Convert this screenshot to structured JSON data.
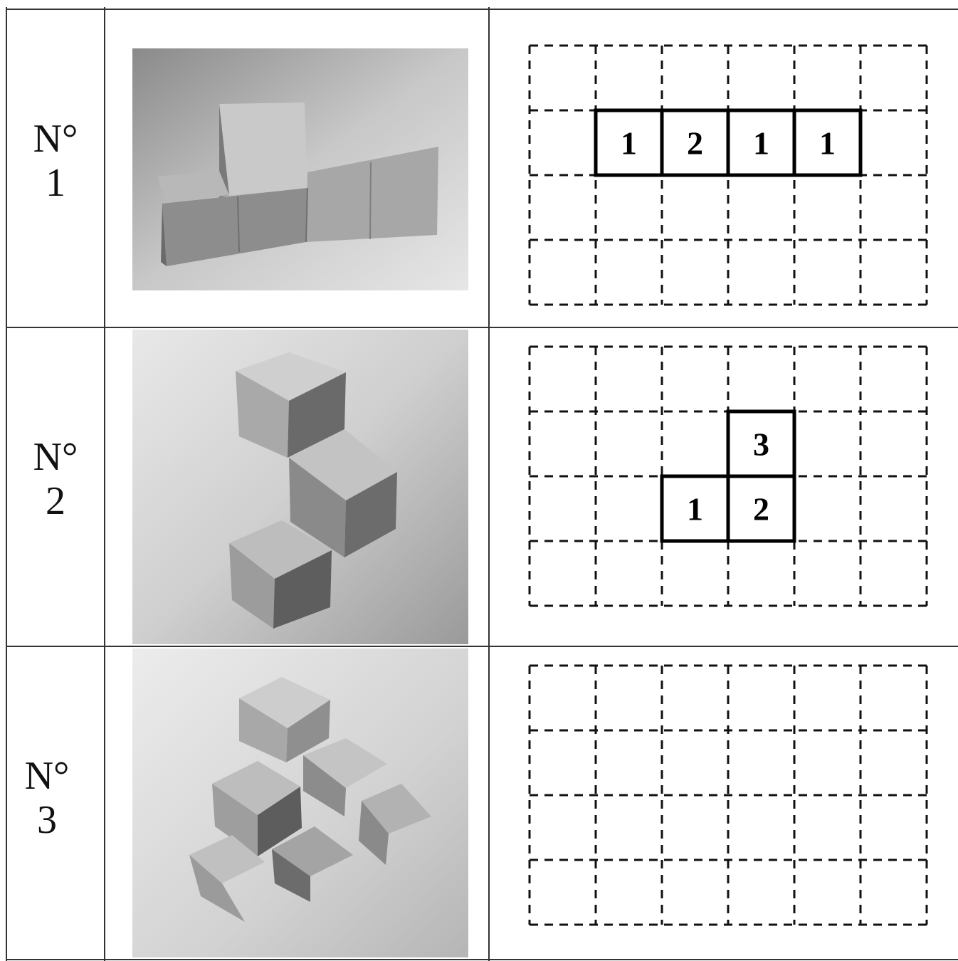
{
  "rows": [
    {
      "label_prefix": "N°",
      "label_number": "1",
      "photo_icon": "wooden-cube-construction-image",
      "grid": {
        "cols": 6,
        "rows": 4,
        "cells": [
          {
            "col": 1,
            "row": 1,
            "value": "1"
          },
          {
            "col": 2,
            "row": 1,
            "value": "2"
          },
          {
            "col": 3,
            "row": 1,
            "value": "1"
          },
          {
            "col": 4,
            "row": 1,
            "value": "1"
          }
        ]
      }
    },
    {
      "label_prefix": "N°",
      "label_number": "2",
      "photo_icon": "wooden-cube-construction-image",
      "grid": {
        "cols": 6,
        "rows": 4,
        "cells": [
          {
            "col": 3,
            "row": 1,
            "value": "3"
          },
          {
            "col": 2,
            "row": 2,
            "value": "1"
          },
          {
            "col": 3,
            "row": 2,
            "value": "2"
          }
        ]
      }
    },
    {
      "label_prefix": "N°",
      "label_number": "3",
      "photo_icon": "wooden-cube-construction-image",
      "grid": {
        "cols": 6,
        "rows": 4,
        "cells": []
      }
    }
  ]
}
